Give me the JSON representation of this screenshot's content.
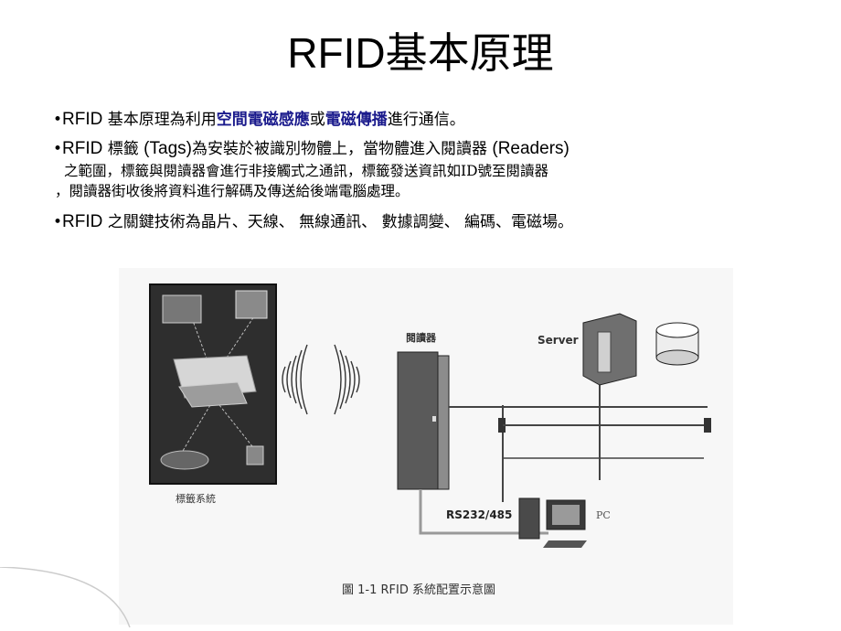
{
  "title": "RFID基本原理",
  "bullets": {
    "b1": {
      "pre": "RFID",
      "mid": " 基本原理為利用",
      "em1": "空間電磁感應",
      "or": "或",
      "em2": "電磁傳播",
      "post": "進行通信。"
    },
    "b2": {
      "line1_a": "RFID",
      "line1_b": " 標籤 ",
      "line1_c": "(Tags)",
      "line1_d": "為安裝於被識別物體上，當物體進入閱讀器 ",
      "line1_e": "(Readers)",
      "line2": "之範圍，標籤與閱讀器會進行非接觸式之通訊，標籤發送資訊如ID號至閱讀器",
      "line3": "，閱讀器街收後將資料進行解碼及傳送給後端電腦處理。"
    },
    "b3": {
      "pre": "RFID",
      "text": " 之關鍵技術為晶片、天線、 無線通訊、 數據調變、 編碼、電磁場。"
    }
  },
  "figure": {
    "tag_system_label": "標籤系統",
    "reader_label": "閱讀器",
    "server_label": "Server",
    "pc_label": "PC",
    "link_label": "RS232/485",
    "caption": "圖 1-1   RFID 系統配置示意圖"
  }
}
